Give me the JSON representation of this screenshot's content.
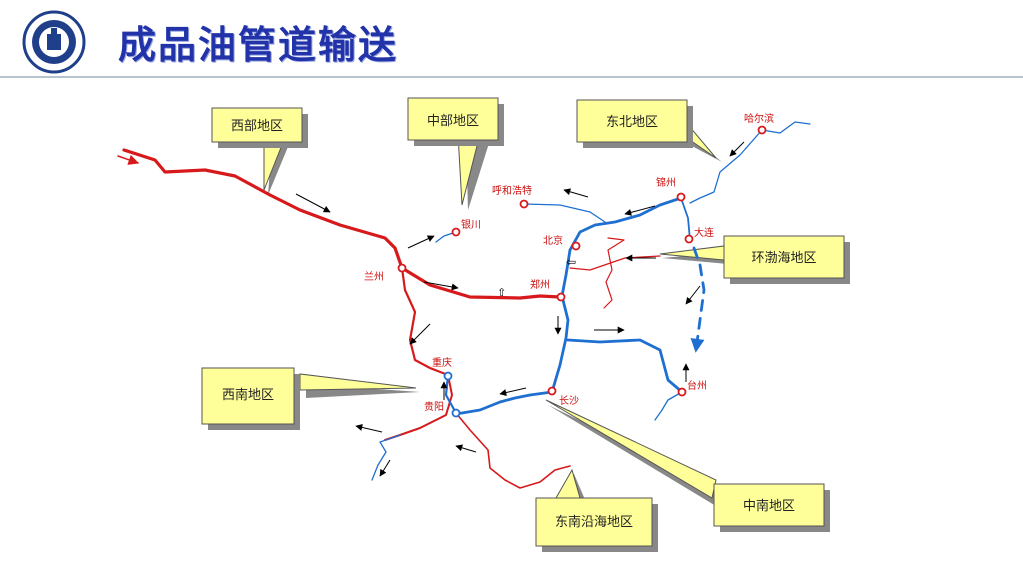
{
  "title": "成品油管道输送",
  "logo": {
    "icon": "university-seal-icon"
  },
  "regions": [
    {
      "id": "west",
      "label": "西部地区"
    },
    {
      "id": "central",
      "label": "中部地区"
    },
    {
      "id": "northeast",
      "label": "东北地区"
    },
    {
      "id": "bohai",
      "label": "环渤海地区"
    },
    {
      "id": "southwest",
      "label": "西南地区"
    },
    {
      "id": "southcentral",
      "label": "中南地区"
    },
    {
      "id": "southeast",
      "label": "东南沿海地区"
    }
  ],
  "cities": [
    {
      "id": "harbin",
      "label": "哈尔滨"
    },
    {
      "id": "jinzhou",
      "label": "锦州"
    },
    {
      "id": "hohhot",
      "label": "呼和浩特"
    },
    {
      "id": "yinchuan",
      "label": "银川"
    },
    {
      "id": "beijing",
      "label": "北京"
    },
    {
      "id": "dalian",
      "label": "大连"
    },
    {
      "id": "lanzhou",
      "label": "兰州"
    },
    {
      "id": "zhengzhou",
      "label": "郑州"
    },
    {
      "id": "chongqing",
      "label": "重庆"
    },
    {
      "id": "guiyang",
      "label": "贵阳"
    },
    {
      "id": "changsha",
      "label": "长沙"
    },
    {
      "id": "taizhou",
      "label": "台州"
    }
  ],
  "colors": {
    "red_line": "#d7191c",
    "blue_line": "#1f6fd1",
    "callout_fill": "#ffff99",
    "title": "#2233aa"
  }
}
